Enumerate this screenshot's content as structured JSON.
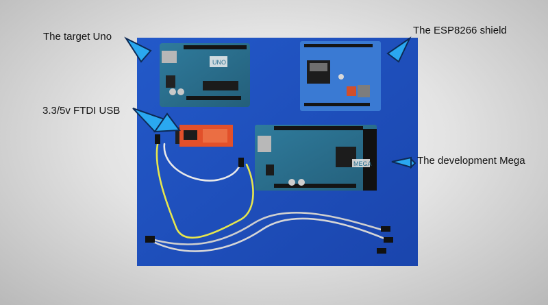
{
  "labels": {
    "target_uno": "The target Uno",
    "esp8266_shield": "The ESP8266 shield",
    "ftdi_usb": "3.3/5v FTDI USB",
    "development_mega": "The development Mega"
  },
  "board_markings": {
    "uno": "UNO",
    "mega": "MEGA"
  },
  "colors": {
    "background_board": "#1f4fc0",
    "arduino_pcb": "#2a6f8f",
    "esp_shield": "#3f7fd6",
    "ftdi_board": "#e2502a",
    "arrow": "#2aa8f0",
    "arrow_outline": "#0d2a55"
  }
}
